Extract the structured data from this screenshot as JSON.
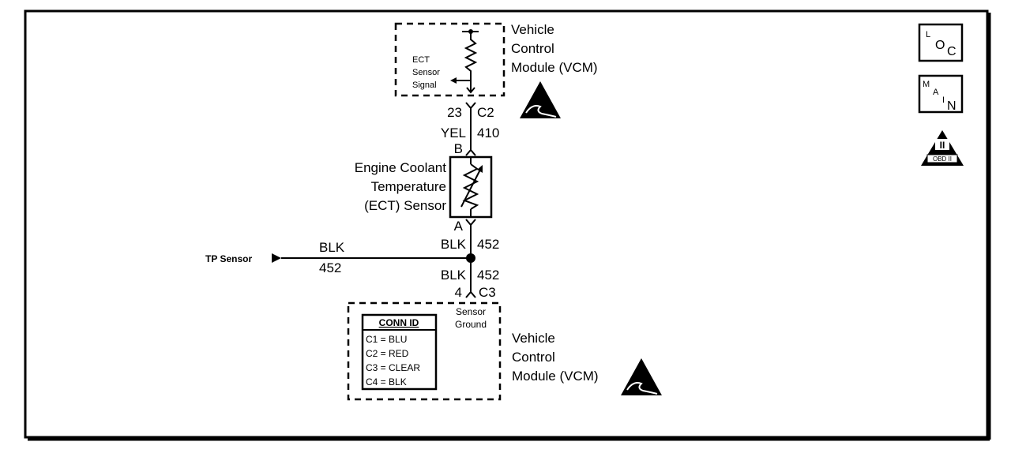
{
  "vcm_top": {
    "label_lines": [
      "Vehicle",
      "Control",
      "Module (VCM)"
    ],
    "signal_lines": [
      "ECT",
      "Sensor",
      "Signal"
    ]
  },
  "connector_c2": {
    "pin": "23",
    "id": "C2"
  },
  "wire_upper": {
    "color": "YEL",
    "circuit": "410"
  },
  "sensor": {
    "label_lines": [
      "Engine Coolant",
      "Temperature",
      "(ECT) Sensor"
    ],
    "terminal_top": "B",
    "terminal_bottom": "A"
  },
  "wire_mid": {
    "color": "BLK",
    "circuit": "452"
  },
  "tp_branch": {
    "label": "TP Sensor",
    "color": "BLK",
    "circuit": "452"
  },
  "wire_lower": {
    "color": "BLK",
    "circuit": "452"
  },
  "connector_c3": {
    "pin": "4",
    "id": "C3"
  },
  "vcm_bottom": {
    "label_lines": [
      "Vehicle",
      "Control",
      "Module (VCM)"
    ],
    "ground_lines": [
      "Sensor",
      "Ground"
    ],
    "conn_table": {
      "header": "CONN ID",
      "rows": [
        "C1 = BLU",
        "C2 = RED",
        "C3 = CLEAR",
        "C4 = BLK"
      ]
    }
  },
  "side_icons": {
    "loc": "LOC",
    "main": "MAIN",
    "obd_roman": "II",
    "obd_label": "OBD II"
  }
}
